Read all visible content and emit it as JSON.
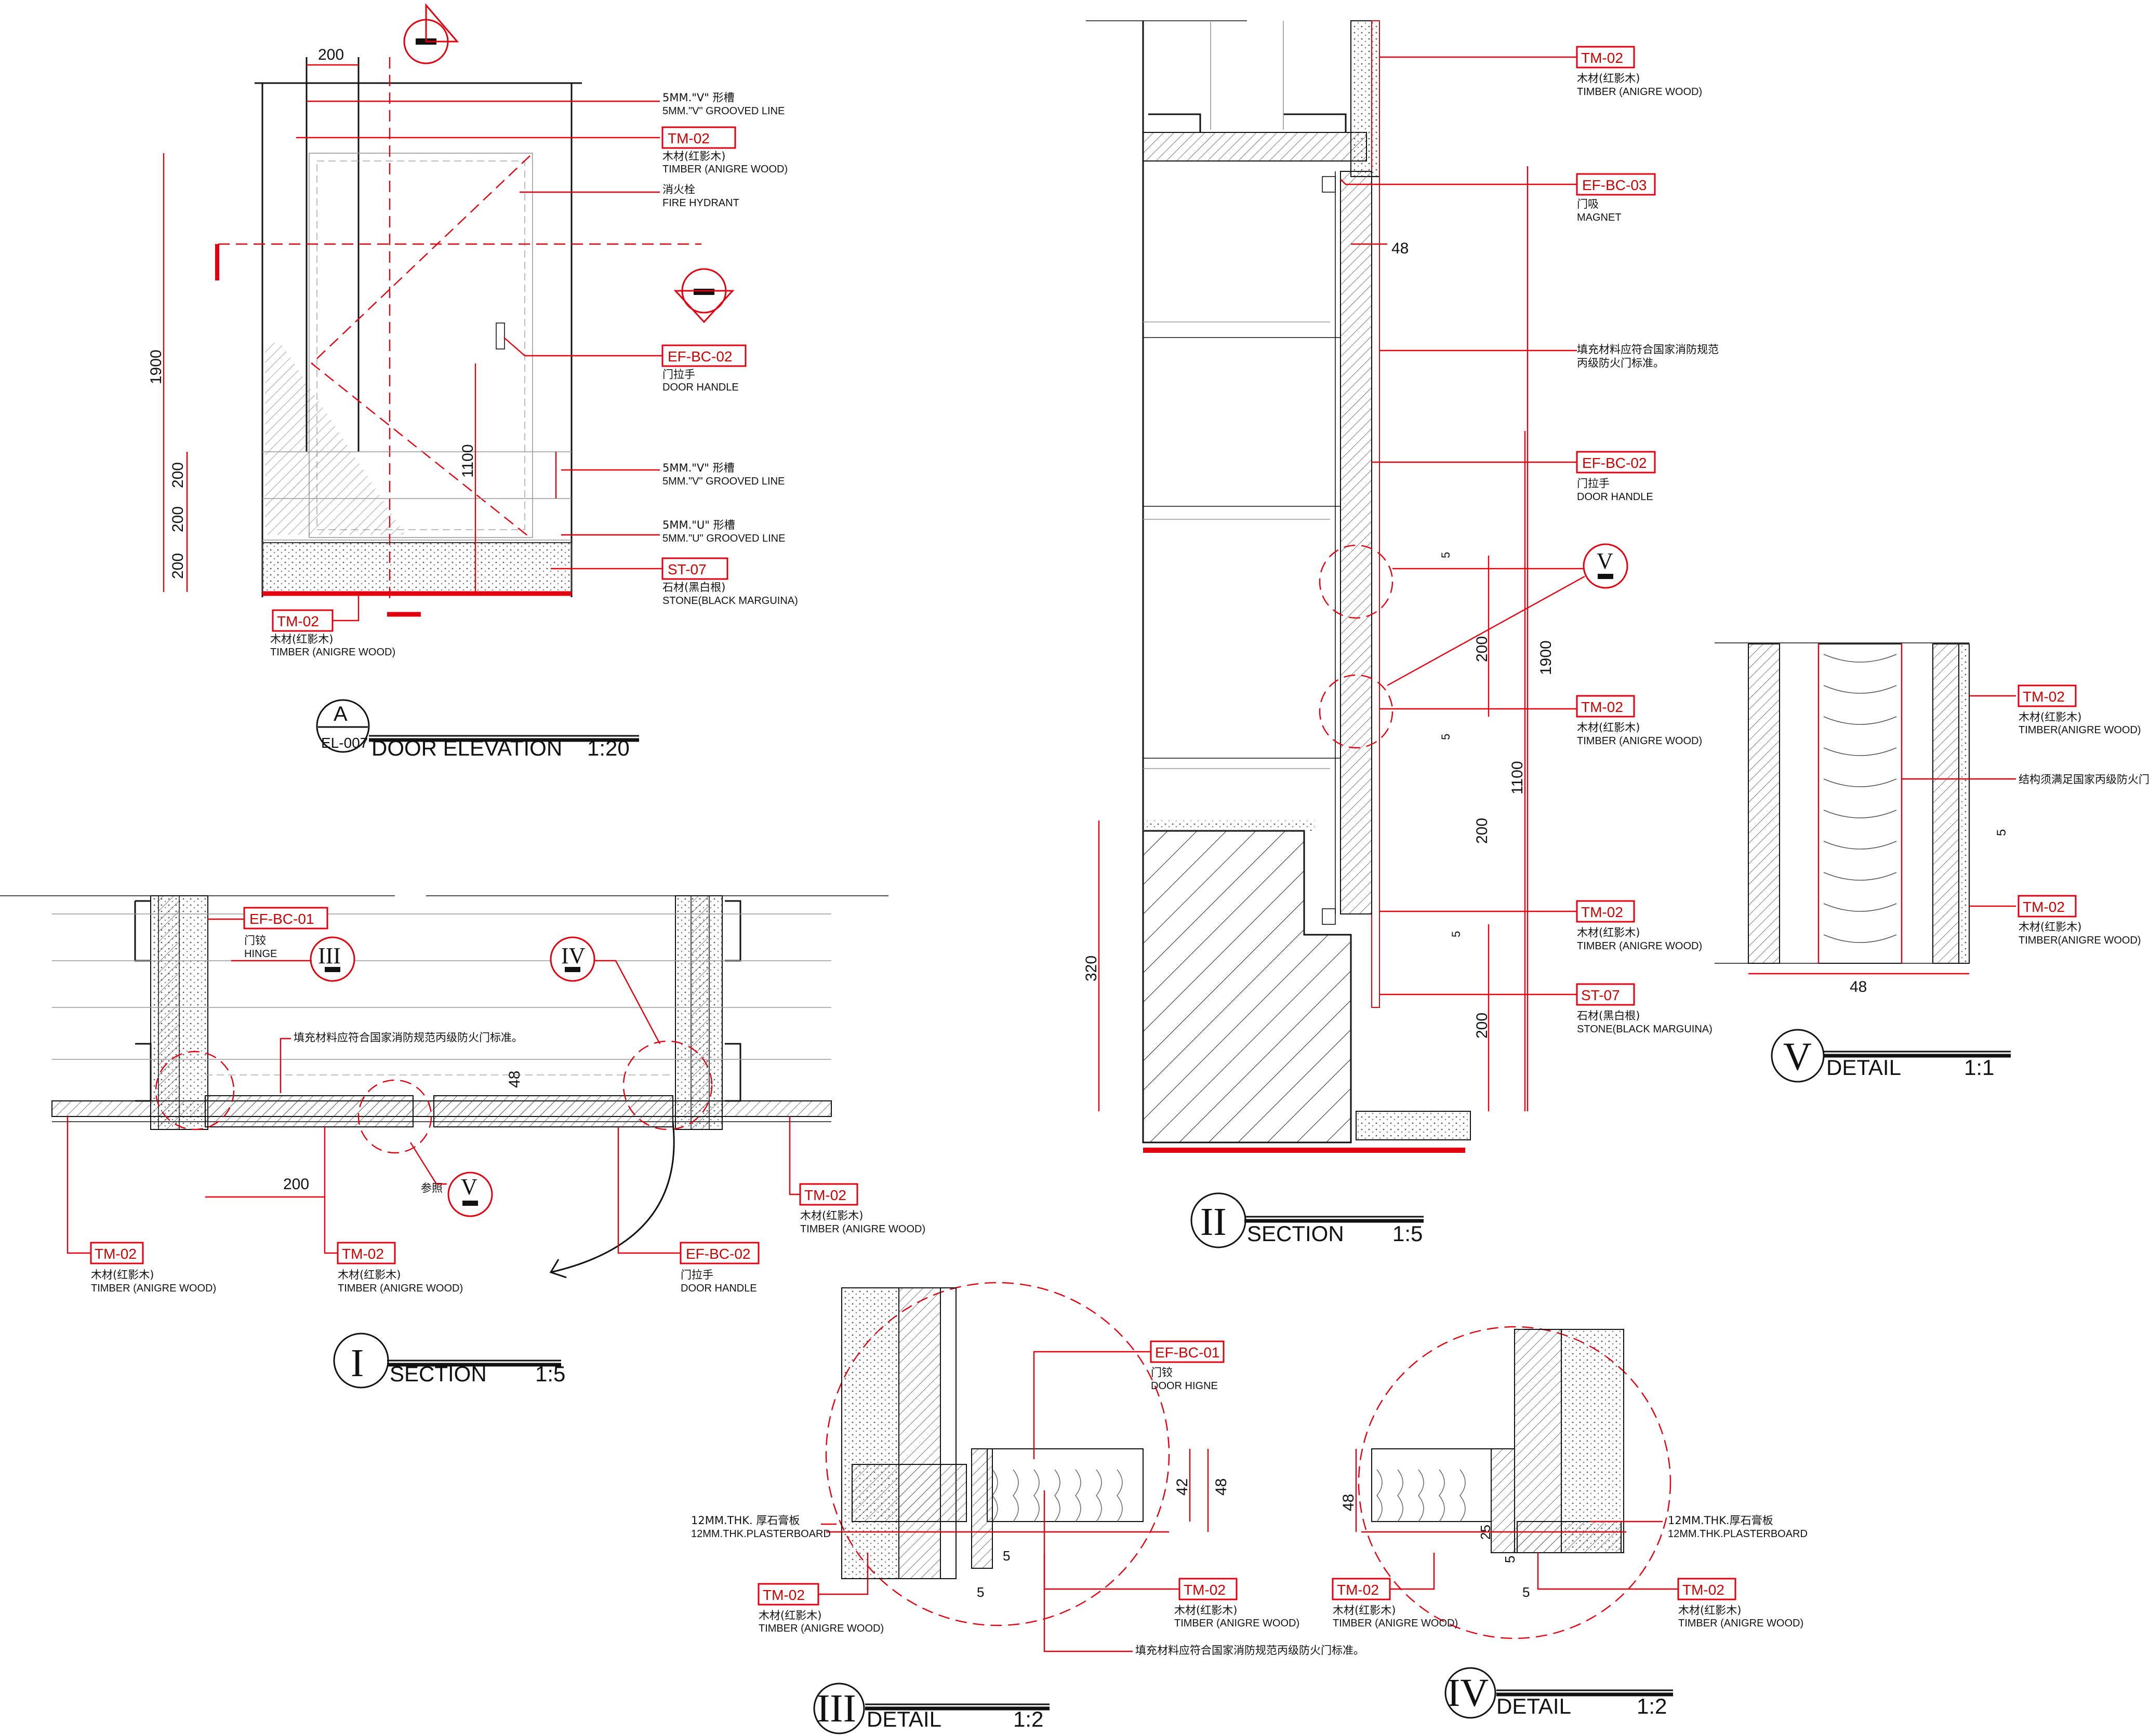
{
  "views": {
    "elevation": {
      "letter": "A",
      "ref": "EL-007",
      "name": "DOOR ELEVATION",
      "scale": "1:20",
      "dims": {
        "w200": "200",
        "h1900": "1900",
        "h1100": "1100",
        "p200a": "200",
        "p200b": "200",
        "p200c": "200"
      },
      "notes": [
        {
          "tag": "",
          "cn": "5MM.\"V\"  形槽",
          "en": "5MM.\"V\" GROOVED LINE"
        },
        {
          "tag": "TM-02",
          "cn": "木材(红影木)",
          "en": "TIMBER (ANIGRE WOOD)"
        },
        {
          "tag": "",
          "cn": "消火栓",
          "en": "FIRE HYDRANT"
        },
        {
          "tag": "EF-BC-02",
          "cn": "门拉手",
          "en": "DOOR HANDLE"
        },
        {
          "tag": "",
          "cn": "5MM.\"V\"  形槽",
          "en": "5MM.\"V\" GROOVED LINE"
        },
        {
          "tag": "",
          "cn": "5MM.\"U\"  形槽",
          "en": "5MM.\"U\" GROOVED LINE"
        },
        {
          "tag": "ST-07",
          "cn": "石材(黑白根)",
          "en": "STONE(BLACK MARGUINA)"
        },
        {
          "tag": "TM-02",
          "cn": "木材(红影木)",
          "en": "TIMBER (ANIGRE WOOD)"
        }
      ]
    },
    "section1": {
      "numeral": "I",
      "name": "SECTION",
      "scale": "1:5",
      "dims": {
        "d200": "200",
        "d48": "48"
      },
      "bubbles": {
        "b3": "III",
        "b4": "IV",
        "b5": "V"
      },
      "ref_note": "参照",
      "fill_note": "填充材料应符合国家消防规范丙级防火门标准。",
      "notes": [
        {
          "tag": "EF-BC-01",
          "cn": "门铰",
          "en": "HINGE"
        },
        {
          "tag": "TM-02",
          "cn": "木材(红影木)",
          "en": "TIMBER (ANIGRE WOOD)"
        },
        {
          "tag": "TM-02",
          "cn": "木材(红影木)",
          "en": "TIMBER (ANIGRE WOOD)"
        },
        {
          "tag": "TM-02",
          "cn": "木材(红影木)",
          "en": "TIMBER (ANIGRE WOOD)"
        },
        {
          "tag": "EF-BC-02",
          "cn": "门拉手",
          "en": "DOOR HANDLE"
        }
      ]
    },
    "section2": {
      "numeral": "II",
      "name": "SECTION",
      "scale": "1:5",
      "dims": {
        "d48": "48",
        "d5a": "5",
        "d200a": "200",
        "d1900": "1900",
        "d5b": "5",
        "d1100": "1100",
        "d200b": "200",
        "d5c": "5",
        "d200c": "200",
        "d320": "320"
      },
      "bubble": "V",
      "notes": [
        {
          "tag": "TM-02",
          "cn": "木材(红影木)",
          "en": "TIMBER (ANIGRE WOOD)"
        },
        {
          "tag": "EF-BC-03",
          "cn": "门吸",
          "en": "MAGNET"
        },
        {
          "tag": "",
          "cn": "填充材料应符合国家消防规范",
          "en": "丙级防火门标准。"
        },
        {
          "tag": "EF-BC-02",
          "cn": "门拉手",
          "en": "DOOR HANDLE"
        },
        {
          "tag": "TM-02",
          "cn": "木材(红影木)",
          "en": "TIMBER (ANIGRE WOOD)"
        },
        {
          "tag": "TM-02",
          "cn": "木材(红影木)",
          "en": "TIMBER (ANIGRE WOOD)"
        },
        {
          "tag": "ST-07",
          "cn": "石材(黑白根)",
          "en": "STONE(BLACK MARGUINA)"
        }
      ]
    },
    "detail5": {
      "numeral": "V",
      "name": "DETAIL",
      "scale": "1:1",
      "dims": {
        "d48": "48",
        "d5": "5"
      },
      "notes": [
        {
          "tag": "TM-02",
          "cn": "木材(红影木)",
          "en": "TIMBER(ANIGRE WOOD)"
        },
        {
          "tag": "",
          "cn": "结构须满足国家丙级防火门要求",
          "en": ""
        },
        {
          "tag": "TM-02",
          "cn": "木材(红影木)",
          "en": "TIMBER(ANIGRE WOOD)"
        }
      ]
    },
    "detail3": {
      "numeral": "III",
      "name": "DETAIL",
      "scale": "1:2",
      "dims": {
        "d42": "42",
        "d48": "48",
        "d5a": "5",
        "d5b": "5"
      },
      "fill_note": "填充材料应符合国家消防规范丙级防火门标准。",
      "notes": [
        {
          "tag": "EF-BC-01",
          "cn": "门铰",
          "en": "DOOR HIGNE"
        },
        {
          "tag": "",
          "cn": "12MM.THK. 厚石膏板",
          "en": "12MM.THK.PLASTERBOARD"
        },
        {
          "tag": "TM-02",
          "cn": "木材(红影木)",
          "en": "TIMBER (ANIGRE WOOD)"
        },
        {
          "tag": "TM-02",
          "cn": "木材(红影木)",
          "en": "TIMBER (ANIGRE WOOD)"
        }
      ]
    },
    "detail4": {
      "numeral": "IV",
      "name": "DETAIL",
      "scale": "1:2",
      "dims": {
        "d48": "48",
        "d25": "25",
        "d5a": "5",
        "d5b": "5"
      },
      "notes": [
        {
          "tag": "",
          "cn": "12MM.THK.厚石膏板",
          "en": "12MM.THK.PLASTERBOARD"
        },
        {
          "tag": "TM-02",
          "cn": "木材(红影木)",
          "en": "TIMBER (ANIGRE WOOD)"
        },
        {
          "tag": "TM-02",
          "cn": "木材(红影木)",
          "en": "TIMBER (ANIGRE WOOD)"
        }
      ]
    }
  }
}
